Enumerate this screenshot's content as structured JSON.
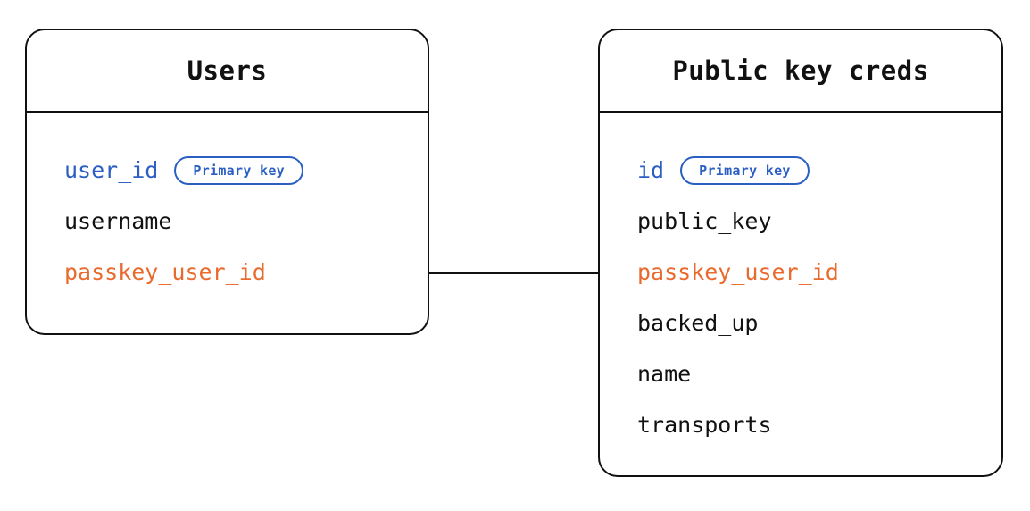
{
  "diagram": {
    "type": "entity-relationship-diagram",
    "background_color": "#ffffff",
    "colors": {
      "border": "#111111",
      "primary_key": "#2b5fc4",
      "foreign_key": "#ea6a2e",
      "default_text": "#111111"
    },
    "entities": [
      {
        "title": "Users",
        "fields": [
          {
            "name": "user_id",
            "role": "pk",
            "badge": "Primary key"
          },
          {
            "name": "username",
            "role": "default",
            "badge": null
          },
          {
            "name": "passkey_user_id",
            "role": "fk",
            "badge": null
          }
        ]
      },
      {
        "title": "Public key creds",
        "fields": [
          {
            "name": "id",
            "role": "pk",
            "badge": "Primary key"
          },
          {
            "name": "public_key",
            "role": "default",
            "badge": null
          },
          {
            "name": "passkey_user_id",
            "role": "fk",
            "badge": null
          },
          {
            "name": "backed_up",
            "role": "default",
            "badge": null
          },
          {
            "name": "name",
            "role": "default",
            "badge": null
          },
          {
            "name": "transports",
            "role": "default",
            "badge": null
          }
        ]
      }
    ],
    "relationships": [
      {
        "from_entity": "Users",
        "from_field": "passkey_user_id",
        "to_entity": "Public key creds",
        "to_field": "passkey_user_id",
        "style": "solid-line"
      }
    ]
  }
}
